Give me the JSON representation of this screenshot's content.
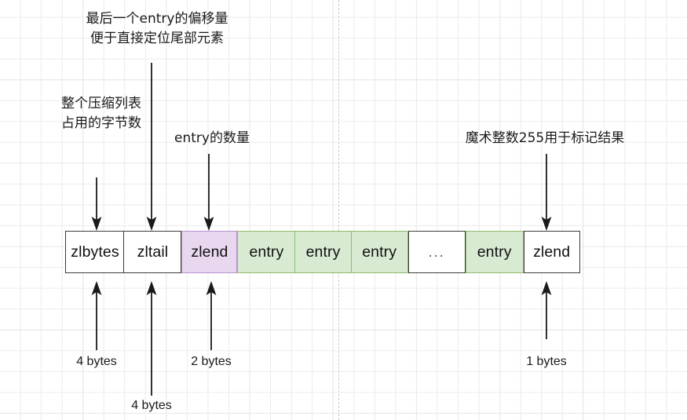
{
  "diagram": {
    "title": "ziplist memory layout",
    "colors": {
      "entry_fill": "#d9ead3",
      "entry_border": "#8cbb6b",
      "zlend_fill": "#e9d7f0",
      "zlend_border": "#b694c9",
      "plain_fill": "#ffffff",
      "plain_border": "#3b3b3b",
      "grid": "#ebebeb",
      "text": "#1a1a1a"
    }
  },
  "annotations": {
    "zltail": {
      "line1": "最后一个entry的偏移量",
      "line2": "便于直接定位尾部元素"
    },
    "zlbytes": {
      "line1": "整个压缩列表",
      "line2": "占用的字节数"
    },
    "zllen": {
      "line1": "entry的数量"
    },
    "zlend": {
      "line1": "魔术整数255用于标记结果"
    }
  },
  "bar": {
    "cells": [
      {
        "label": "zlbytes",
        "style": "plain",
        "width": 76
      },
      {
        "label": "zltail",
        "style": "plain",
        "width": 74
      },
      {
        "label": "zlend",
        "style": "purple",
        "width": 71
      },
      {
        "label": "entry",
        "style": "green",
        "width": 74
      },
      {
        "label": "entry",
        "style": "green",
        "width": 73
      },
      {
        "label": "entry",
        "style": "green",
        "width": 73
      },
      {
        "label": "...",
        "style": "ellipsis",
        "width": 73
      },
      {
        "label": "entry",
        "style": "green",
        "width": 74
      },
      {
        "label": "zlend",
        "style": "tail",
        "width": 72
      }
    ]
  },
  "size_labels": {
    "zlbytes": "4 bytes",
    "zltail": "4 bytes",
    "zllen": "2 bytes",
    "zlend": "1 bytes"
  }
}
